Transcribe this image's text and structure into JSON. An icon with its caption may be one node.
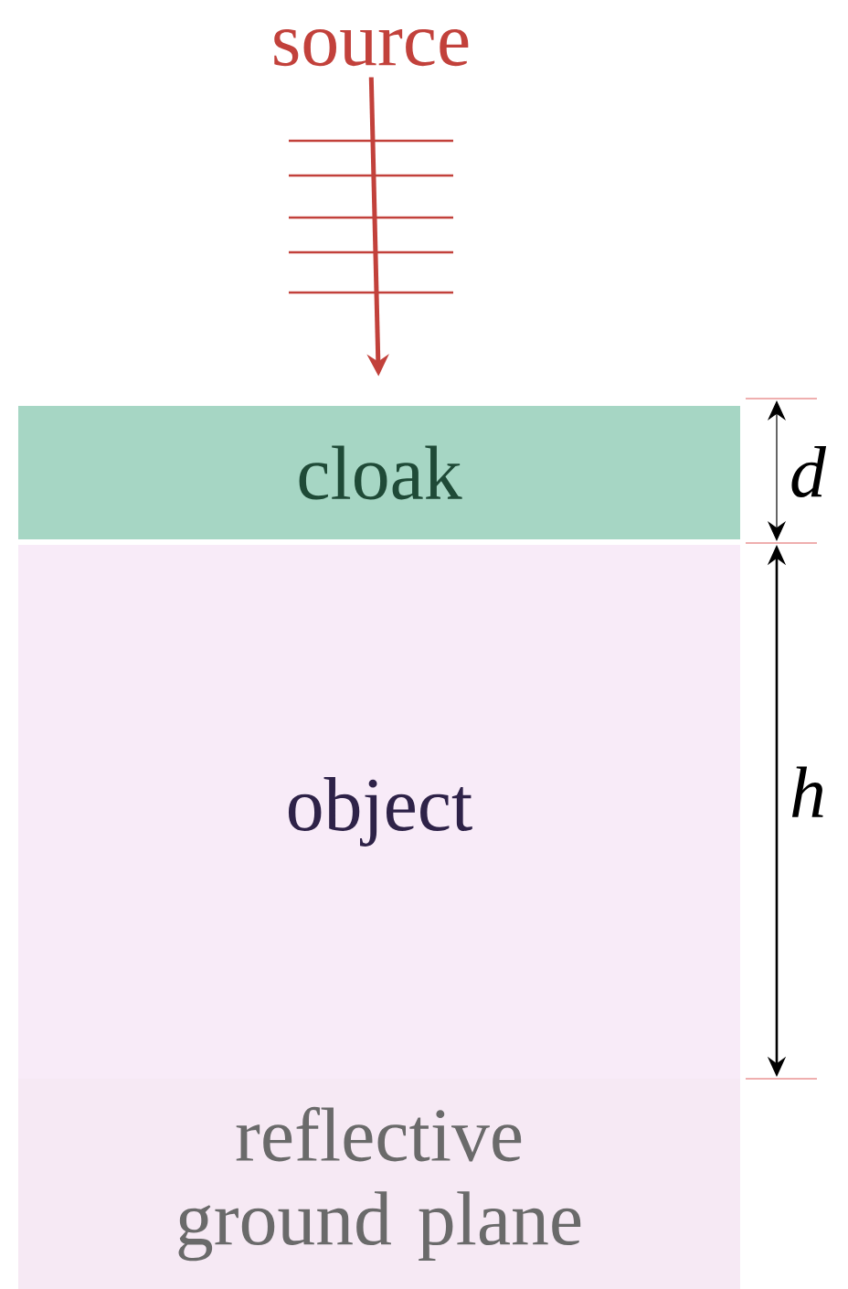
{
  "diagram": {
    "nodes": [
      {
        "text": [
          "source"
        ]
      },
      {
        "text": [
          "cloak"
        ]
      },
      {
        "text": [
          "object"
        ]
      },
      {
        "text": [
          "reflective ground plane"
        ]
      }
    ],
    "edges": [
      {
        "from": 0,
        "to": 1,
        "arrow": "to",
        "color": "#c2413b"
      }
    ],
    "labels": [
      "d",
      "h"
    ]
  }
}
